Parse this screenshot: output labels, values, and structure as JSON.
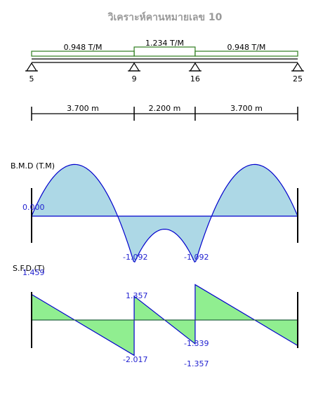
{
  "title": "วิเคราะห์คานหมายเลข 10",
  "colors": {
    "load_line": "#2e7d1e",
    "bmd_fill": "#add8e6",
    "sfd_fill": "#90ee90",
    "diagram_stroke": "#0000cc",
    "value_text": "#1f1fd0",
    "title_text": "#9a9a9a"
  },
  "beam": {
    "supports": [
      {
        "node": "5",
        "x_m": 0.0
      },
      {
        "node": "9",
        "x_m": 3.7
      },
      {
        "node": "16",
        "x_m": 5.9
      },
      {
        "node": "25",
        "x_m": 9.6
      }
    ],
    "loads": [
      {
        "label": "0.948 T/M",
        "from_m": 0.0,
        "to_m": 3.7,
        "w": 0.948
      },
      {
        "label": "1.234 T/M",
        "from_m": 3.7,
        "to_m": 5.9,
        "w": 1.234
      },
      {
        "label": "0.948 T/M",
        "from_m": 5.9,
        "to_m": 9.6,
        "w": 0.948
      }
    ],
    "spans": [
      {
        "label": "3.700 m",
        "from_m": 0.0,
        "to_m": 3.7
      },
      {
        "label": "2.200 m",
        "from_m": 3.7,
        "to_m": 5.9
      },
      {
        "label": "3.700 m",
        "from_m": 5.9,
        "to_m": 9.6
      }
    ]
  },
  "bmd": {
    "label": "B.M.D (T.M)",
    "values": [
      {
        "text": "0.000",
        "value": 0.0,
        "x_m": 0.0
      },
      {
        "text": "-1.092",
        "value": -1.092,
        "x_m": 3.7
      },
      {
        "text": "-1.092",
        "value": -1.092,
        "x_m": 5.9
      }
    ]
  },
  "sfd": {
    "label": "S.F.D (T)",
    "segments": [
      {
        "from_m": 0.0,
        "to_m": 3.7,
        "v_start": 1.459,
        "v_end": -2.017
      },
      {
        "from_m": 3.7,
        "to_m": 5.9,
        "v_start": 1.357,
        "v_end": -1.357
      },
      {
        "from_m": 5.9,
        "to_m": 9.6,
        "v_start": 2.017,
        "v_end": -1.459
      }
    ],
    "values": [
      {
        "text": "1.459",
        "value": 1.459,
        "x_m": 0.0
      },
      {
        "text": "-2.017",
        "value": -2.017,
        "x_m": 3.7
      },
      {
        "text": "1.357",
        "value": 1.357,
        "x_m": 3.7
      },
      {
        "text": "-1.339",
        "value": -1.339,
        "x_m": 5.9
      },
      {
        "text": "-1.357",
        "value": -1.357,
        "x_m": 5.9
      }
    ]
  }
}
